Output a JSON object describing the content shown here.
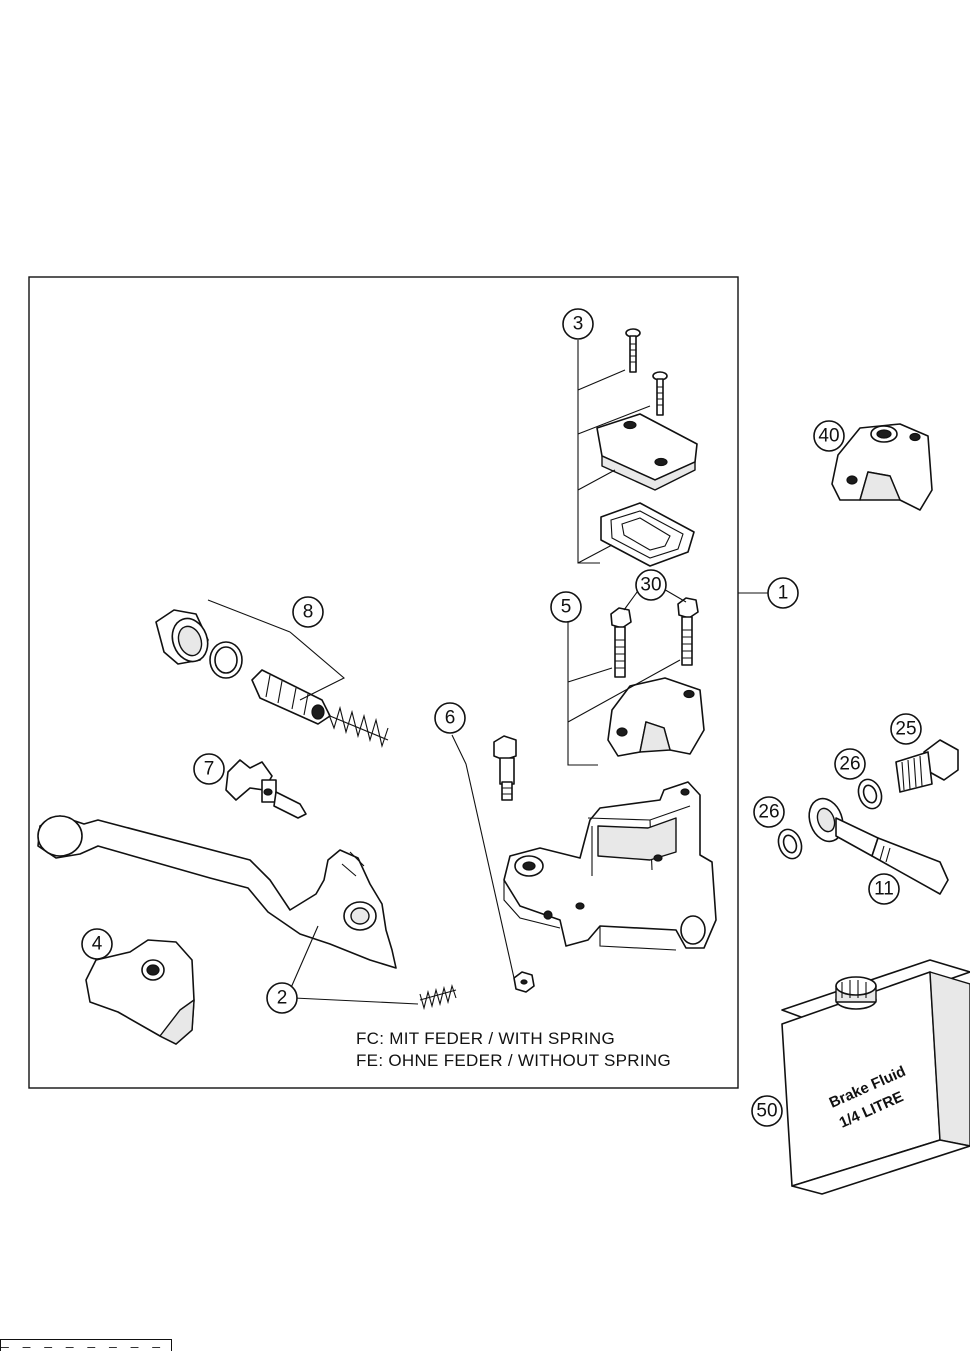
{
  "notes": {
    "fc": "FC:  MIT FEDER / WITH SPRING",
    "fe": "FE:  OHNE FEDER / WITHOUT SPRING"
  },
  "bottle": {
    "line1": "Brake Fluid",
    "line2": "1/4 LITRE"
  },
  "callouts": {
    "c1": "1",
    "c2": "2",
    "c3": "3",
    "c4": "4",
    "c5": "5",
    "c6": "6",
    "c7": "7",
    "c8": "8",
    "c11": "11",
    "c25": "25",
    "c26a": "26",
    "c26b": "26",
    "c30": "30",
    "c40": "40",
    "c50": "50"
  },
  "figure_code": "— —  — — —  — —  —"
}
